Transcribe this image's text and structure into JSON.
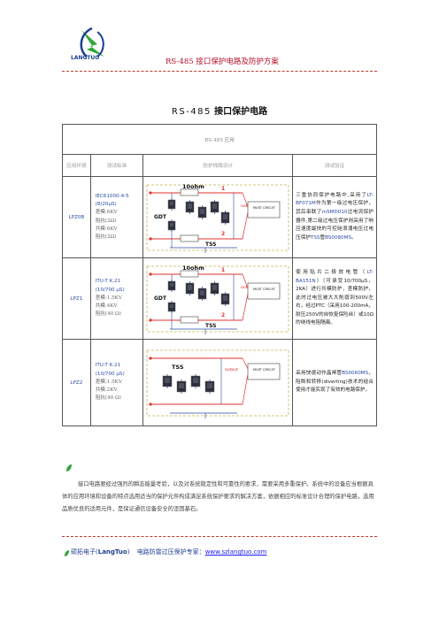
{
  "header": {
    "logo_text": "LANGTUO",
    "title": "RS-485 接口保护电路及防护方案"
  },
  "doc_title_latin": "RS-485",
  "doc_title_zh": "接口保护电路",
  "table": {
    "section_title": "RS-485  应用",
    "columns": [
      "应用环境",
      "测试标准",
      "防护线路设计",
      "测试验证"
    ],
    "rows": [
      {
        "env": "LPZ0B",
        "std_name": "IEC61000-4-5",
        "std_wave": "(8/20μS)",
        "std_lines": [
          "差模:6KV",
          "阻抗(2Ω)",
          "共模:6KV",
          "阻抗(2Ω)"
        ],
        "diagram": {
          "resistor": "10ohm",
          "gdt": "GDT",
          "tss": "TSS",
          "n1": "1",
          "n2": "2",
          "output": "output",
          "circuit": "MUST CIRCUIT"
        },
        "verify": [
          {
            "t": "三重协同保护电路中,采用了",
            "c": 0
          },
          {
            "t": "LT-BF071M",
            "c": 1
          },
          {
            "t": "作为第一级过电压保护，其后串联了",
            "c": 0
          },
          {
            "t": "mSMD010",
            "c": 1
          },
          {
            "t": "过电流保护器件,第二级过电压保护则采用了响应速度最快的可控硅浪涌电压过电压保护",
            "c": 0
          },
          {
            "t": "TSS",
            "c": 1
          },
          {
            "t": "管",
            "c": 0
          },
          {
            "t": "BS0080MS",
            "c": 1
          },
          {
            "t": "。",
            "c": 0
          }
        ]
      },
      {
        "env": "LPZ1",
        "std_name": "ITU-T K.21",
        "std_wave": "(10/700 μS)",
        "std_lines": [
          "差模:1.5KV",
          "共模:4KV",
          "阻抗(40 Ω)"
        ],
        "diagram": {
          "resistor": "10ohm",
          "gdt": "GDT",
          "tss": "TSS",
          "n1": "1",
          "n2": "2",
          "output": "output",
          "circuit": "MUST CIRCUIT"
        },
        "verify": [
          {
            "t": "使用贴片二极放电管（",
            "c": 0
          },
          {
            "t": "LT-BA151N",
            "c": 1
          },
          {
            "t": "）（可承受",
            "c": 0
          },
          {
            "t": "10/700μS，2KA",
            "c": 2
          },
          {
            "t": "）进行共模防护，差模防护，此时过电压被大大削弱到",
            "c": 0
          },
          {
            "t": "500V",
            "c": 2
          },
          {
            "t": "左右，经过",
            "c": 0
          },
          {
            "t": "PTC",
            "c": 2
          },
          {
            "t": "（采用",
            "c": 0
          },
          {
            "t": "100-200mA",
            "c": 2
          },
          {
            "t": "，耐压",
            "c": 0
          },
          {
            "t": "250V",
            "c": 2
          },
          {
            "t": "的自恢复保险丝）或",
            "c": 0
          },
          {
            "t": "10Ω",
            "c": 2
          },
          {
            "t": "的绕线电阻隔离。",
            "c": 0
          }
        ]
      },
      {
        "env": "LPZ2",
        "std_name": "ITU-T K.21",
        "std_wave": "(10/700 μS)",
        "std_lines": [
          "差模:1.5KV",
          "共模:2KV",
          "阻抗(40 Ω)"
        ],
        "diagram": {
          "tss": "TSS",
          "output": "output",
          "circuit": "MUST CIRCUIT"
        },
        "verify": [
          {
            "t": "采用快速动作晶闸管",
            "c": 0
          },
          {
            "t": "BS0060MS",
            "c": 1
          },
          {
            "t": "，阻断和转移",
            "c": 0
          },
          {
            "t": "(diverting)",
            "c": 2
          },
          {
            "t": "技术的结合使用才能实现了有效的电路保护。",
            "c": 0
          }
        ]
      }
    ]
  },
  "summary": "接口电路要经过强烈的瞬态能量考验，以及对系统稳定性和可靠性的要求，需要采用多重保护。系统中的设备应当根据具体的应用环境和设备的特点选用适当的保护元件构成满足系统保护要求的解决方案，依据相应的标准设计合理的保护电路，选用品质优良的适用元件，是保证通信设备安全的坚固基石。",
  "footer": {
    "company_prefix": "硕拓电子(",
    "brand": "LangTuo",
    "company_suffix": ")",
    "slogan": "电路防雷过压保护专家：",
    "url": "www.szlangtuo.com"
  },
  "colors": {
    "accent_red": "#b4122a",
    "link_blue": "#1a1aff",
    "brand_blue": "#1c3f93",
    "spec_blue": "#2b4ea3"
  },
  "icons": [
    "langtuo-logo-icon",
    "leaf-icon"
  ]
}
